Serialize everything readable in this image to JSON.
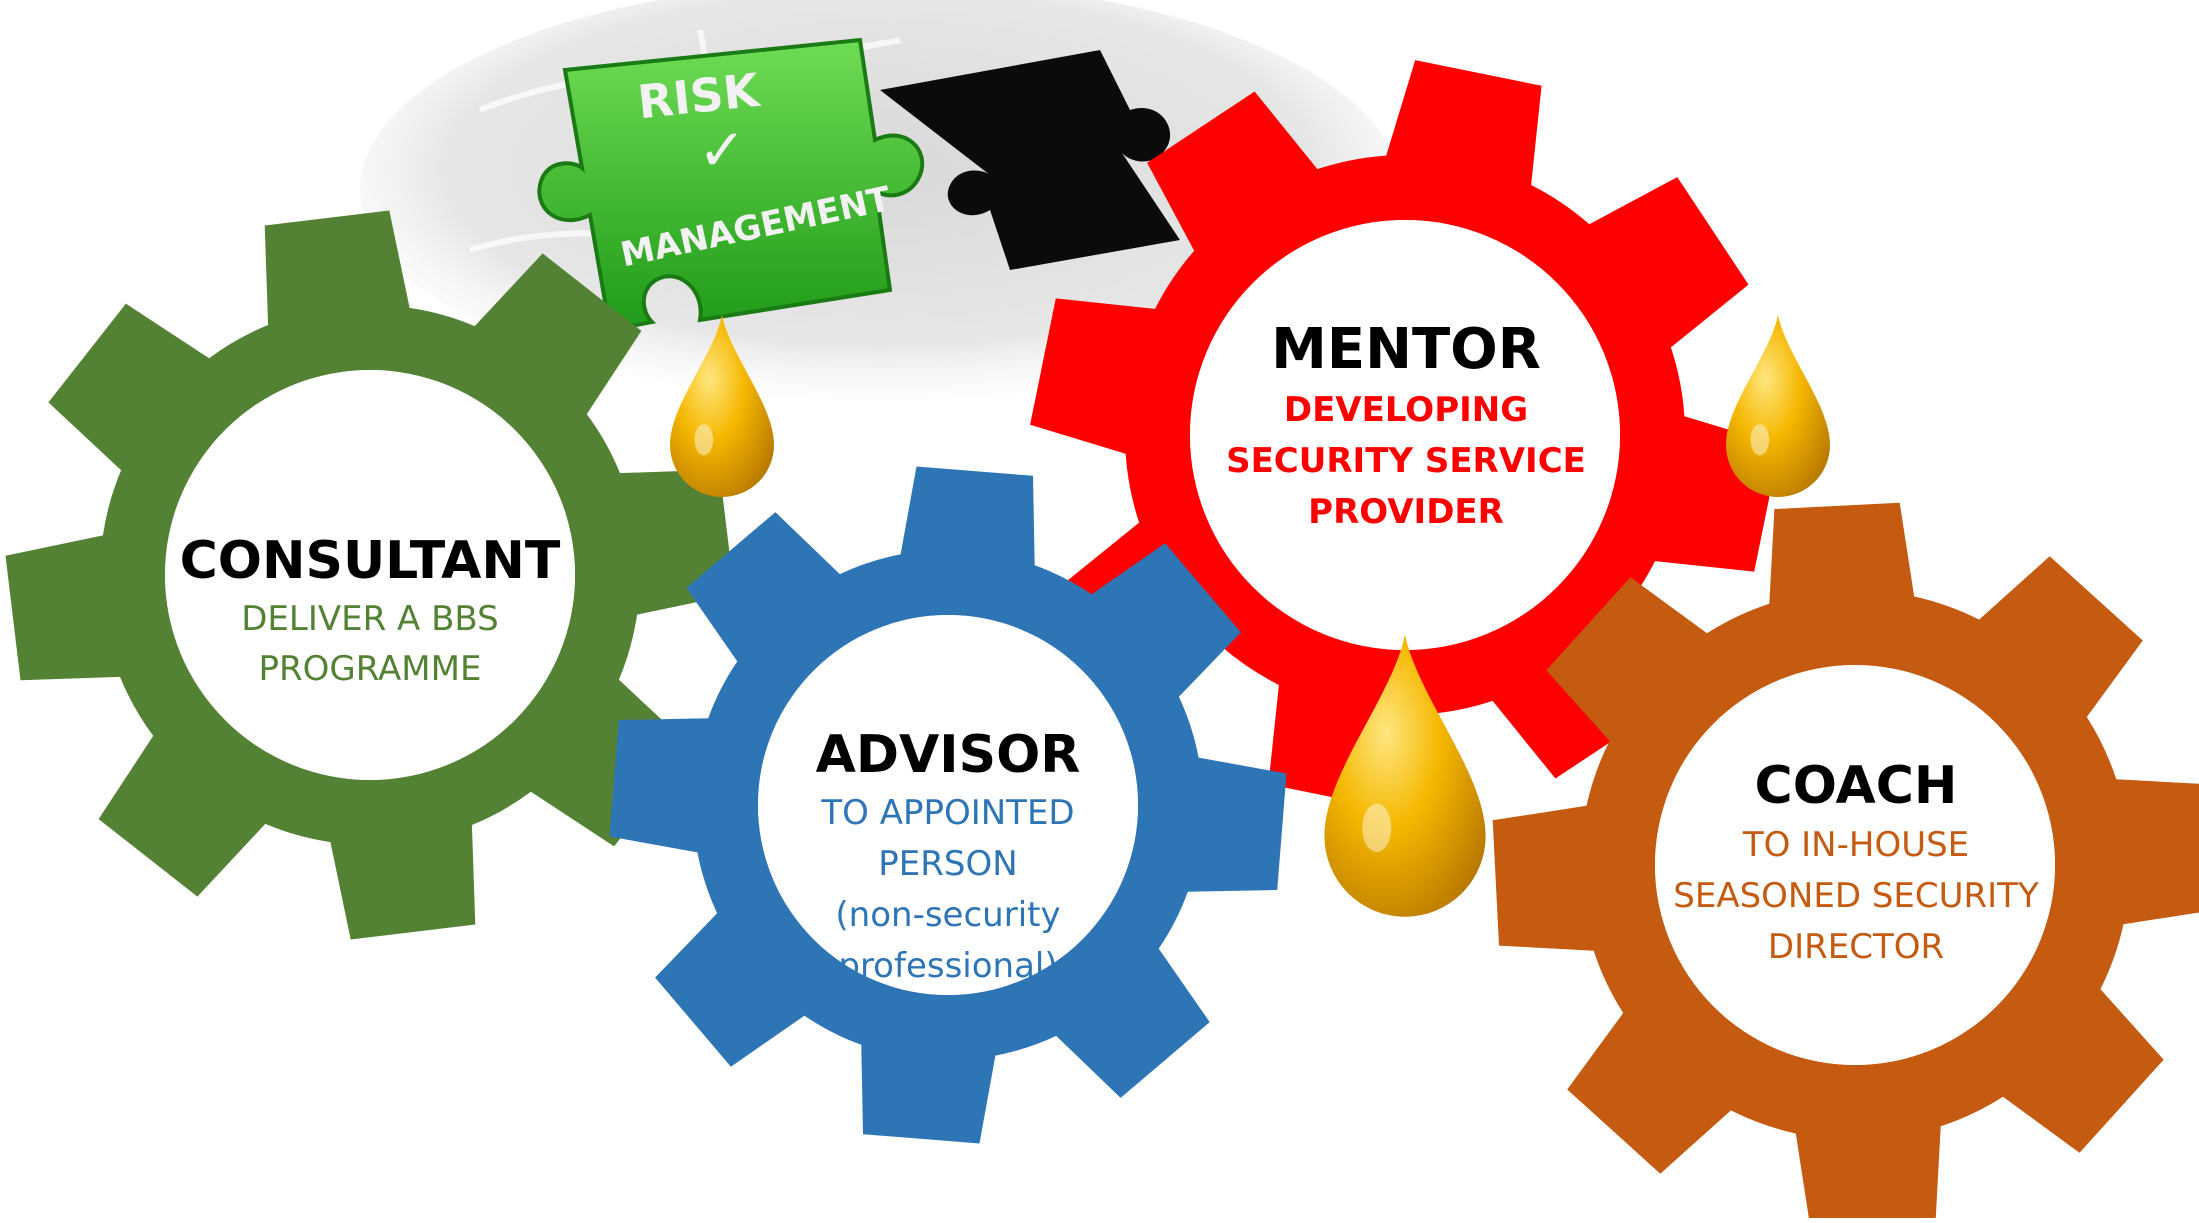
{
  "banner": {
    "line1": "RISK",
    "line2": "MANAGEMENT",
    "colors": {
      "piece": "#3dbb2b",
      "piece_dark": "#1f8a18",
      "hole": "#0b0b0b",
      "board": "#e9e9e9"
    }
  },
  "gears": [
    {
      "id": "consultant",
      "title": "CONSULTANT",
      "subtitle_lines": [
        "DELIVER A BBS",
        "PROGRAMME"
      ],
      "color": "#548235",
      "text_color": "#548235"
    },
    {
      "id": "advisor",
      "title": "ADVISOR",
      "subtitle_lines": [
        "TO APPOINTED",
        "PERSON",
        "(non-security",
        "professional)"
      ],
      "color": "#2e75b6",
      "text_color": "#2e75b6"
    },
    {
      "id": "mentor",
      "title": "MENTOR",
      "subtitle_lines": [
        "DEVELOPING",
        "SECURITY SERVICE",
        "PROVIDER"
      ],
      "color": "#ff0000",
      "text_color": "#ff0000"
    },
    {
      "id": "coach",
      "title": "COACH",
      "subtitle_lines": [
        "TO IN-HOUSE",
        "SEASONED SECURITY",
        "DIRECTOR"
      ],
      "color": "#c55a11",
      "text_color": "#c55a11"
    }
  ],
  "oil_drop_colors": {
    "light": "#ffe680",
    "mid": "#f5b800",
    "dark": "#b87800"
  }
}
